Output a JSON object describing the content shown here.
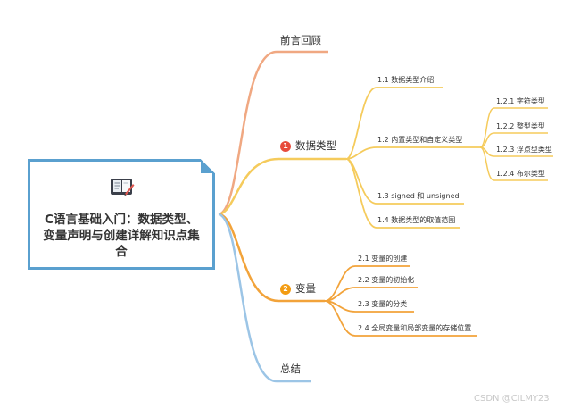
{
  "root": {
    "title": "C语言基础入门：数据类型、变量声明与创建详解知识点集合",
    "icon": "book-icon"
  },
  "colors": {
    "preface": "#f0a882",
    "types": "#f5cb5c",
    "variables": "#f2a33a",
    "summary": "#9cc5e6",
    "root_border": "#5aa0cf",
    "badge_red": "#e74c3c",
    "badge_orange": "#f39c12"
  },
  "branches": {
    "preface": {
      "label": "前言回顾"
    },
    "types": {
      "badge": "1",
      "label": "数据类型",
      "items": [
        {
          "label": "1.1 数据类型介绍"
        },
        {
          "label": "1.2 内置类型和自定义类型",
          "children": [
            {
              "label": "1.2.1 字符类型"
            },
            {
              "label": "1.2.2 整型类型"
            },
            {
              "label": "1.2.3 浮点型类型"
            },
            {
              "label": "1.2.4 布尔类型"
            }
          ]
        },
        {
          "label": "1.3 signed 和 unsigned"
        },
        {
          "label": "1.4 数据类型的取值范围"
        }
      ]
    },
    "variables": {
      "badge": "2",
      "label": "变量",
      "items": [
        {
          "label": "2.1 变量的创建"
        },
        {
          "label": "2.2 变量的初始化"
        },
        {
          "label": "2.3 变量的分类"
        },
        {
          "label": "2.4 全局变量和局部变量的存储位置"
        }
      ]
    },
    "summary": {
      "label": "总结"
    }
  },
  "watermark": "CSDN @CILMY23"
}
